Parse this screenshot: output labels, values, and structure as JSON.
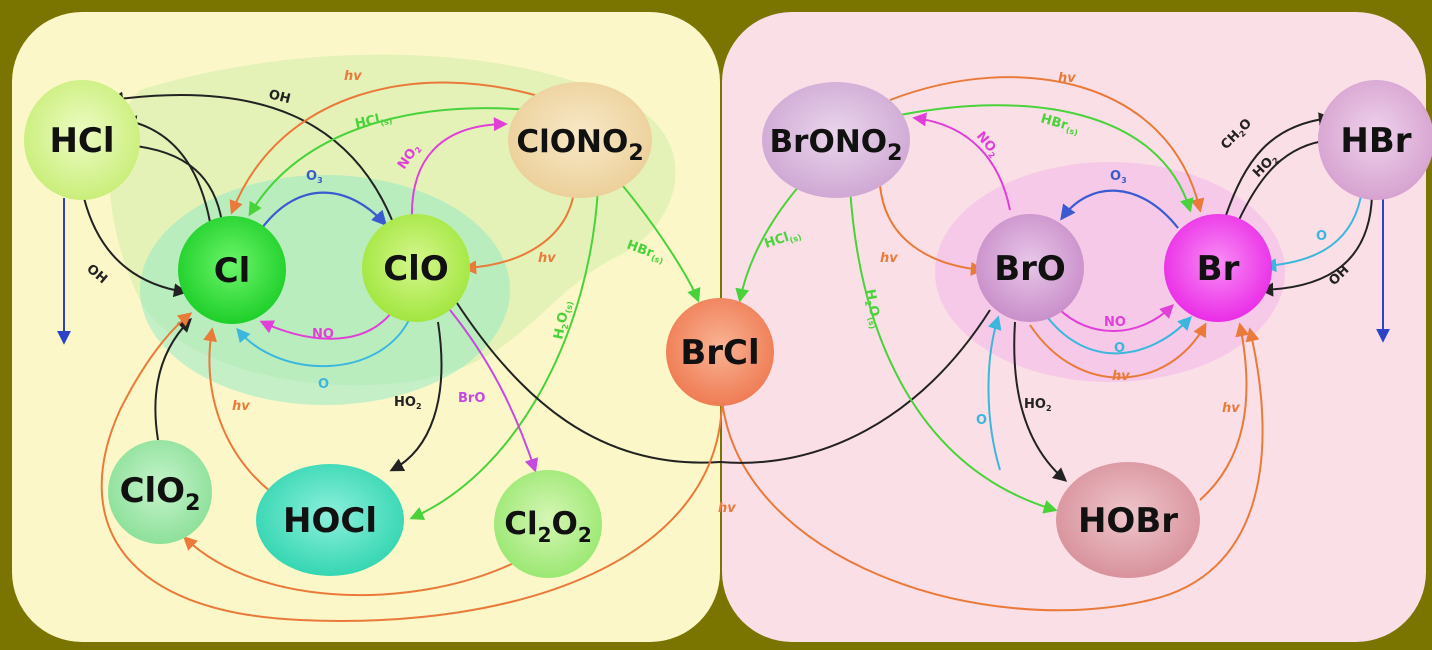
{
  "colors": {
    "background": "#7a7400",
    "chlorine_panel": "#fbf7c8",
    "bromine_panel": "#fbdfe6",
    "oh_black": "#222222",
    "hv_orange": "#ea7a3a",
    "o3_blue": "#3a5bd0",
    "no_magenta": "#e040d8",
    "o_cyan": "#3bb7de",
    "hcl_green": "#49d23a",
    "bro_purple": "#c44ae0",
    "sink_blue": "#2b44c8"
  },
  "nodes": {
    "hcl": {
      "label": "HCl",
      "color": "#d9f59a"
    },
    "clono2": {
      "label": "ClONO",
      "sub": "2",
      "color": "#f3dcae"
    },
    "cl": {
      "label": "Cl",
      "color": "#35e235"
    },
    "clo": {
      "label": "ClO",
      "color": "#b7ef5a"
    },
    "clo2": {
      "label": "ClO",
      "sub": "2",
      "color": "#a6eab2"
    },
    "hocl": {
      "label": "HOCl",
      "color": "#4fe0c2"
    },
    "cl2o2": {
      "label": "Cl",
      "sub": "2",
      "label2": "O",
      "sub2": "2",
      "color": "#b7ef8c"
    },
    "brcl": {
      "label": "BrCl",
      "color": "#f5906a"
    },
    "brono2": {
      "label": "BrONO",
      "sub": "2",
      "color": "#dcbde0"
    },
    "bro": {
      "label": "BrO",
      "color": "#d7a8d8"
    },
    "br": {
      "label": "Br",
      "color": "#f24cf0"
    },
    "hbr": {
      "label": "HBr",
      "color": "#e3b8df"
    },
    "hobr": {
      "label": "HOBr",
      "color": "#e2a9b2"
    }
  },
  "edge_labels": {
    "oh_top": "OH",
    "hv_top_left": "hv",
    "hcl_aq_top": "HCl",
    "no2_left": "NO",
    "o3_left": "O",
    "oh_left": "OH",
    "hv_clono2": "hv",
    "hbr_aq": "HBr",
    "h2o_left": "H",
    "no_left": "NO",
    "o_left": "O",
    "hv_left": "hv",
    "ho2_left": "HO",
    "bro_mid": "BrO",
    "hv_center": "hv",
    "hv_top_right": "hv",
    "hbr_aq_top": "HBr",
    "no2_right": "NO",
    "o3_right": "O",
    "ch2o": "CH",
    "ho2_hbr": "HO",
    "hcl_aq_right": "HCl",
    "hv_brono2": "hv",
    "h2o_right": "H",
    "o_hbr": "O",
    "oh_hbr": "OH",
    "no_right": "NO",
    "o_right": "O",
    "hv_right_inner": "hv",
    "o_right_lower": "O",
    "ho2_right": "HO",
    "hv_hobr": "hv"
  }
}
